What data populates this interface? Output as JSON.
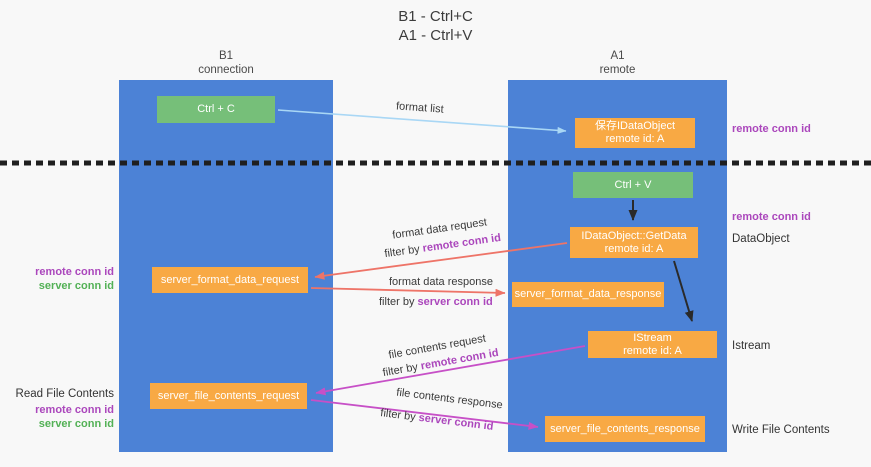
{
  "title": {
    "line1": "B1 - Ctrl+C",
    "line2": "A1 - Ctrl+V"
  },
  "lanes": {
    "left": {
      "name": "B1",
      "role": "connection"
    },
    "right": {
      "name": "A1",
      "role": "remote"
    }
  },
  "nodes": {
    "ctrl_c": {
      "label": "Ctrl + C"
    },
    "ctrl_v": {
      "label": "Ctrl + V"
    },
    "save_obj": {
      "line1": "保存IDataObject",
      "line2": "remote id: A"
    },
    "getdata": {
      "line1": "IDataObject::GetData",
      "line2": "remote id: A"
    },
    "istream": {
      "line1": "IStream",
      "line2": "remote id: A"
    },
    "format_request": {
      "label": "server_format_data_request"
    },
    "format_response": {
      "label": "server_format_data_response"
    },
    "file_request": {
      "label": "server_file_contents_request"
    },
    "file_response": {
      "label": "server_file_contents_response"
    }
  },
  "labels": {
    "format_list": "format list",
    "format_data_request": "format data request",
    "format_data_response": "format data response",
    "file_contents_request": "file contents request",
    "file_contents_response": "file contents response",
    "filter_by": "filter by",
    "remote_conn_id": "remote conn id",
    "server_conn_id": "server conn id",
    "read_file_contents": "Read File Contents",
    "write_file_contents": "Write File Contents",
    "dataobject": "DataObject",
    "istream": "Istream"
  },
  "colors": {
    "lane_blue": "#4c82d6",
    "node_green": "#76bf79",
    "node_orange": "#f8a944",
    "arrow_lightblue": "#a9d7f5",
    "arrow_salmon": "#ee7468",
    "arrow_magenta": "#c750c7",
    "arrow_black": "#2a2a2a",
    "label_purple": "#ab47bc",
    "label_green": "#53b156"
  }
}
